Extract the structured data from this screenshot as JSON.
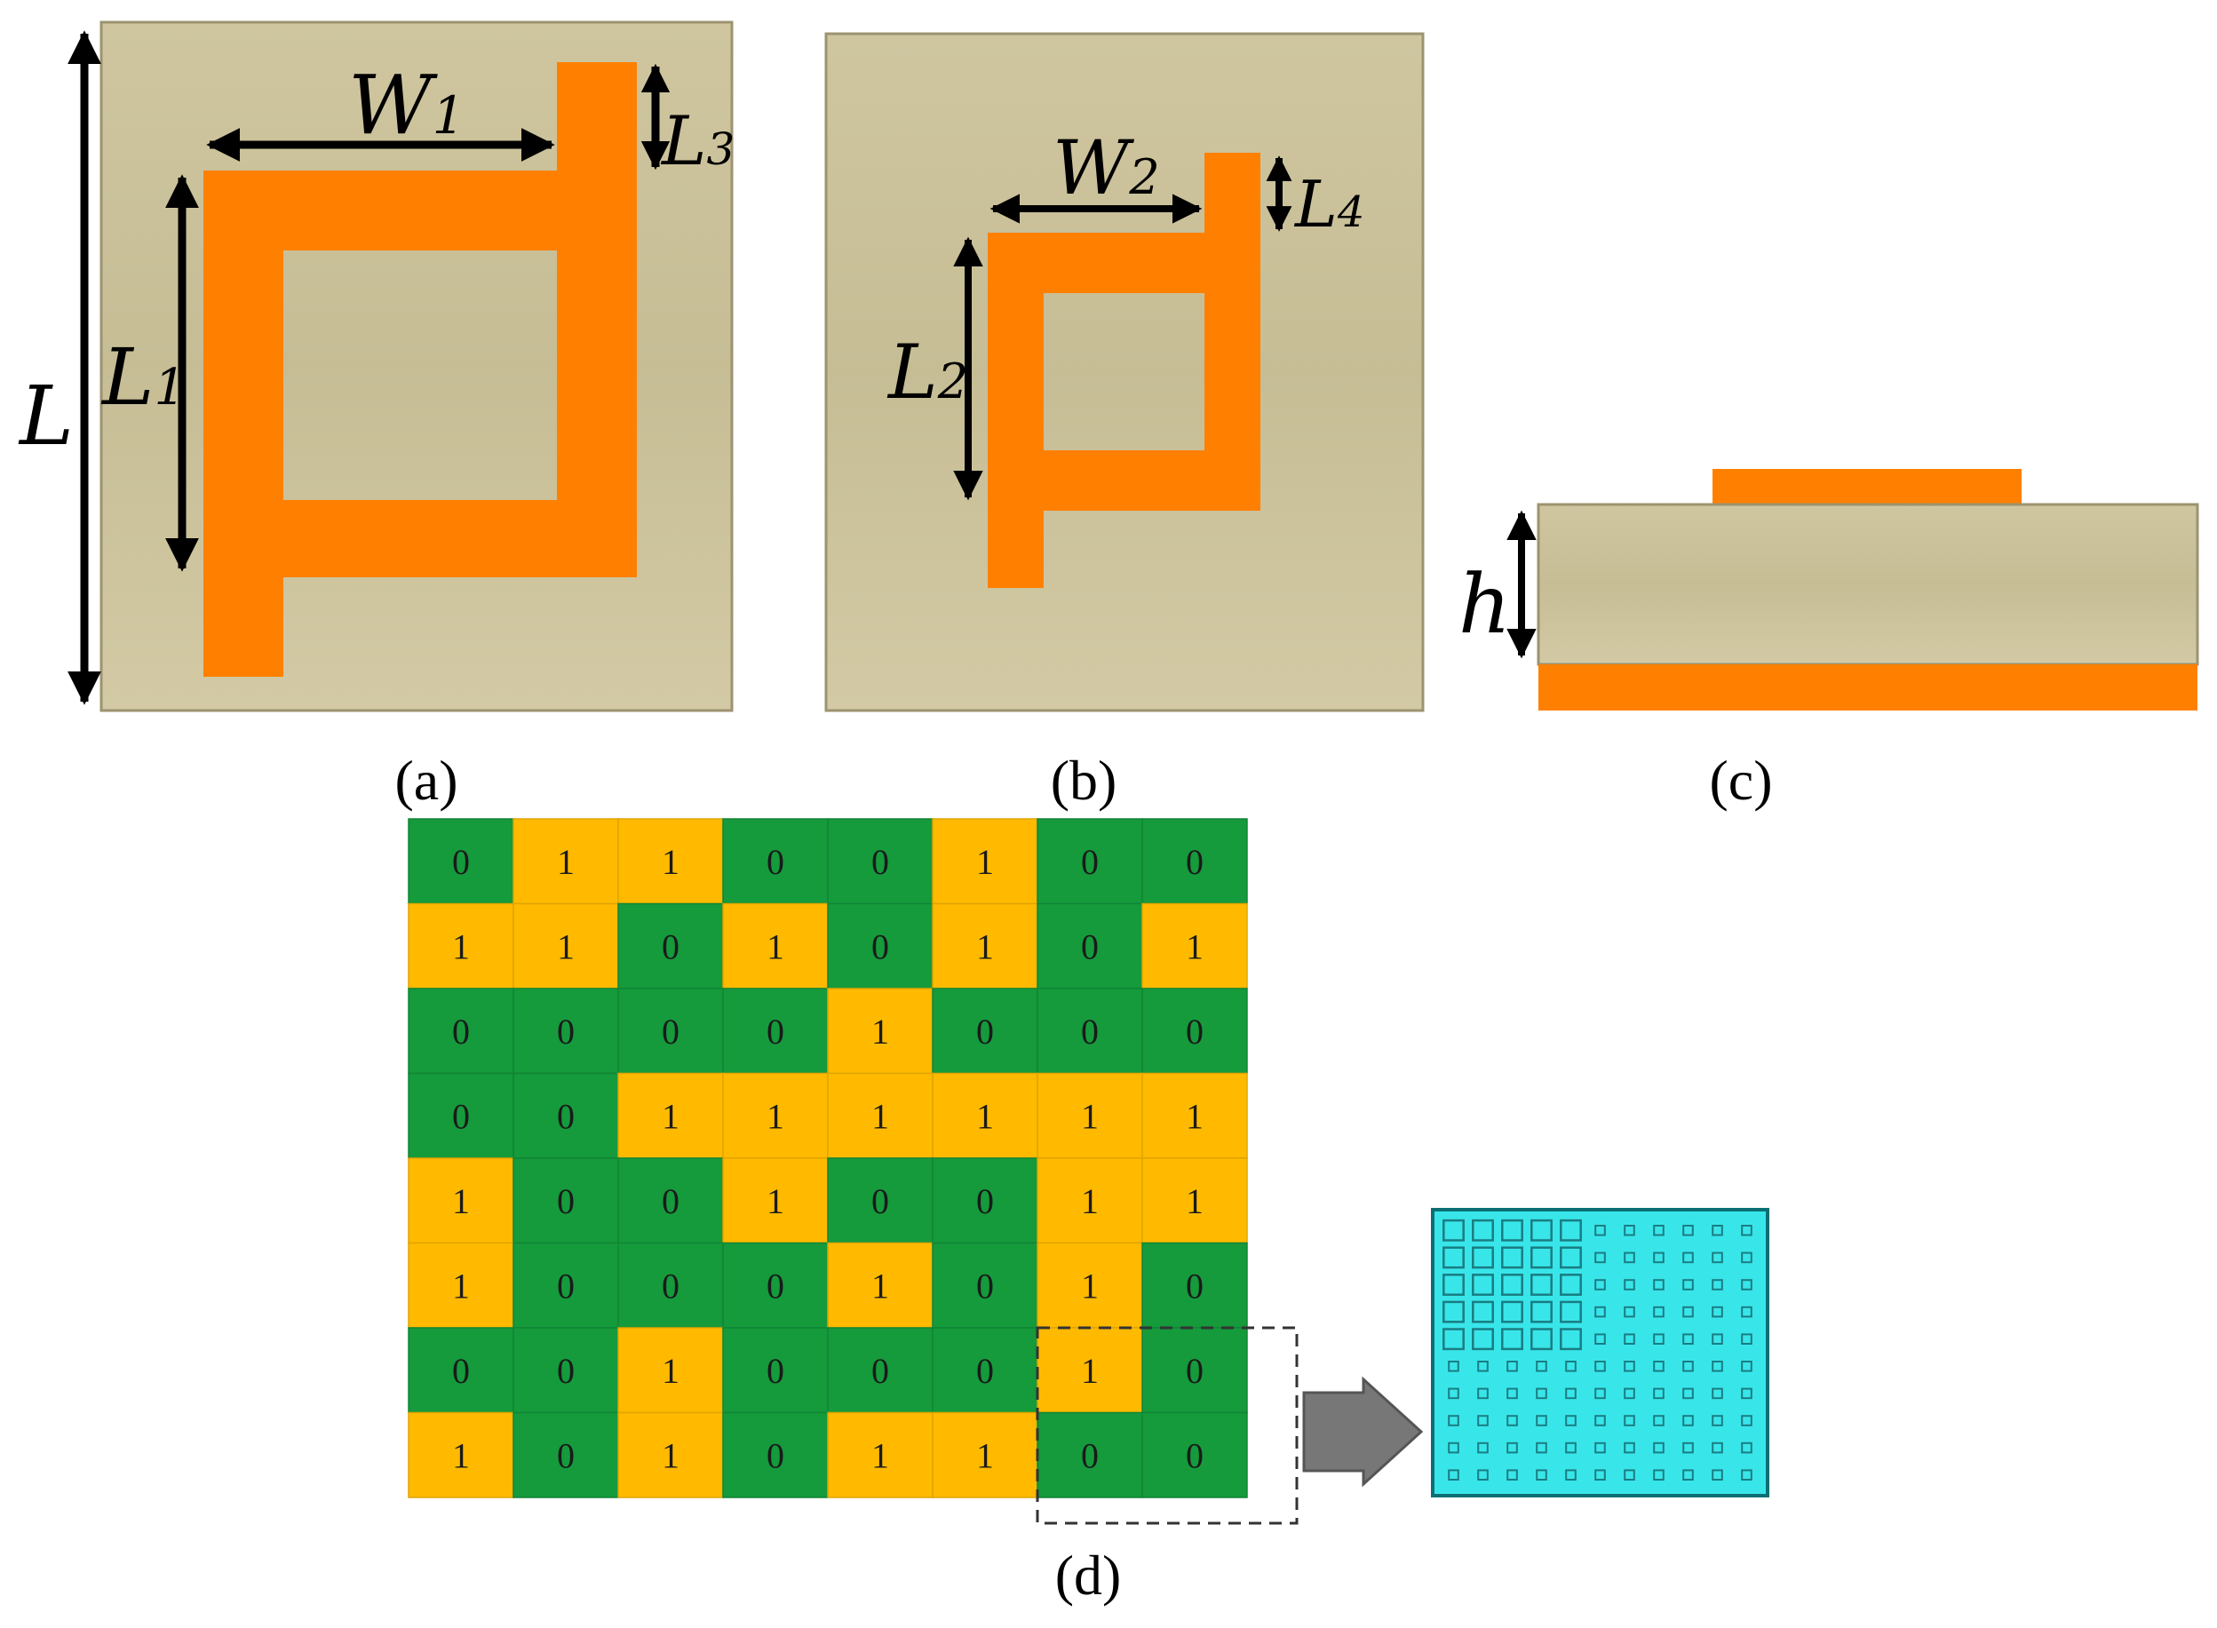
{
  "colors": {
    "substrate": "#cfc6a0",
    "metal": "#ff8000",
    "bit0": "#159a3c",
    "bit1": "#ffba00",
    "metasurface": "#38e6ea",
    "arrow": "#777777"
  },
  "panels": {
    "a": {
      "label": "(a)",
      "letter": "a"
    },
    "b": {
      "label": "(b)",
      "letter": "b"
    },
    "c": {
      "label": "(c)",
      "letter": "c"
    },
    "d": {
      "label": "(d)",
      "letter": "d"
    }
  },
  "dimensions": {
    "L": {
      "main": "L",
      "sub": ""
    },
    "W1": {
      "main": "W",
      "sub": "1"
    },
    "L1": {
      "main": "L",
      "sub": "1"
    },
    "L3": {
      "main": "L",
      "sub": "3"
    },
    "W2": {
      "main": "W",
      "sub": "2"
    },
    "L2": {
      "main": "L",
      "sub": "2"
    },
    "L4": {
      "main": "L",
      "sub": "4"
    },
    "h": {
      "main": "h",
      "sub": ""
    }
  },
  "coding_matrix": [
    [
      0,
      1,
      1,
      0,
      0,
      1,
      0,
      0
    ],
    [
      1,
      1,
      0,
      1,
      0,
      1,
      0,
      1
    ],
    [
      0,
      0,
      0,
      0,
      1,
      0,
      0,
      0
    ],
    [
      0,
      0,
      1,
      1,
      1,
      1,
      1,
      1
    ],
    [
      1,
      0,
      0,
      1,
      0,
      0,
      1,
      1
    ],
    [
      1,
      0,
      0,
      0,
      1,
      0,
      1,
      0
    ],
    [
      0,
      0,
      1,
      0,
      0,
      0,
      1,
      0
    ],
    [
      1,
      0,
      1,
      0,
      1,
      1,
      0,
      0
    ]
  ]
}
